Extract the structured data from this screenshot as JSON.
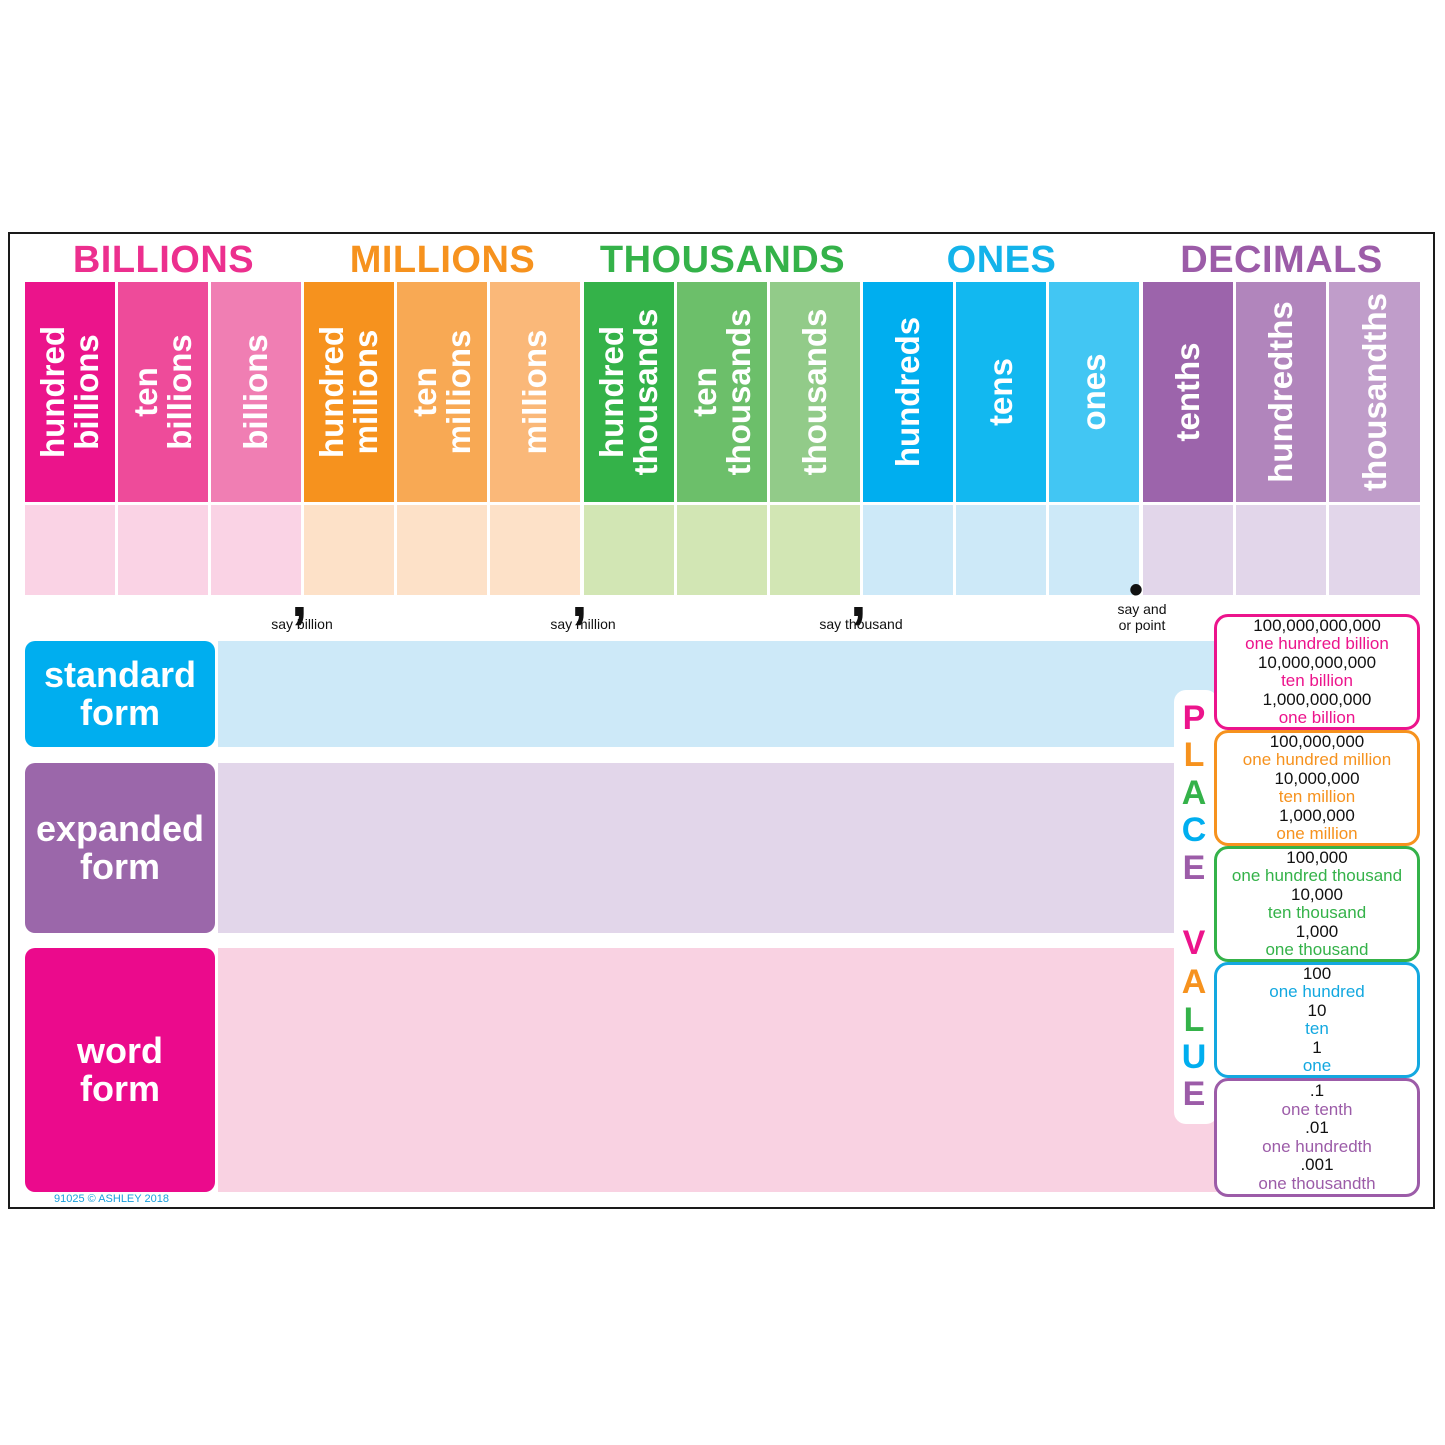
{
  "groups": [
    {
      "title": "BILLIONS",
      "color": "#ec2f8e"
    },
    {
      "title": "MILLIONS",
      "color": "#f6921e"
    },
    {
      "title": "THOUSANDS",
      "color": "#34b249"
    },
    {
      "title": "ONES",
      "color": "#13b3ea"
    },
    {
      "title": "DECIMALS",
      "color": "#9c5ca8"
    }
  ],
  "columns": [
    {
      "label": "hundred\nbillions",
      "color": "#eb148b",
      "cell": "#fad3e5"
    },
    {
      "label": "ten\nbillions",
      "color": "#ee4b9a",
      "cell": "#fad3e5"
    },
    {
      "label": "billions",
      "color": "#f07eb3",
      "cell": "#fad3e5"
    },
    {
      "label": "hundred\nmillions",
      "color": "#f6921e",
      "cell": "#fde1c8"
    },
    {
      "label": "ten\nmillions",
      "color": "#f8a954",
      "cell": "#fde1c8"
    },
    {
      "label": "millions",
      "color": "#fab879",
      "cell": "#fde1c8"
    },
    {
      "label": "hundred\nthousands",
      "color": "#34b249",
      "cell": "#d2e6b4"
    },
    {
      "label": "ten\nthousands",
      "color": "#6cbf6a",
      "cell": "#d2e6b4"
    },
    {
      "label": "thousands",
      "color": "#92cb89",
      "cell": "#d2e6b4"
    },
    {
      "label": "hundreds",
      "color": "#00aeef",
      "cell": "#cde9f8"
    },
    {
      "label": "tens",
      "color": "#12b8f0",
      "cell": "#cde9f8"
    },
    {
      "label": "ones",
      "color": "#42c6f3",
      "cell": "#cde9f8"
    },
    {
      "label": "tenths",
      "color": "#9c64ab",
      "cell": "#e2d6ea"
    },
    {
      "label": "hundredths",
      "color": "#b185bc",
      "cell": "#e2d6ea"
    },
    {
      "label": "thousandths",
      "color": "#c09dca",
      "cell": "#e2d6ea"
    }
  ],
  "separators": [
    {
      "mark": ",",
      "note": "say billion"
    },
    {
      "mark": ",",
      "note": "say million"
    },
    {
      "mark": ",",
      "note": "say thousand"
    },
    {
      "mark": "•",
      "note": "say and\nor point"
    }
  ],
  "forms": [
    {
      "label": "standard\nform",
      "color": "#00aeef",
      "area": "#cde9f8"
    },
    {
      "label": "expanded\nform",
      "color": "#9b67aa",
      "area": "#e2d6ea"
    },
    {
      "label": "word\nform",
      "color": "#eb0a8c",
      "area": "#f9d2e2"
    }
  ],
  "place_value": {
    "letters": [
      {
        "ch": "P",
        "color": "#ec148c"
      },
      {
        "ch": "L",
        "color": "#f6921e"
      },
      {
        "ch": "A",
        "color": "#34b249"
      },
      {
        "ch": "C",
        "color": "#00aeef"
      },
      {
        "ch": "E",
        "color": "#9c5ca8"
      },
      {
        "ch": "V",
        "color": "#ec148c"
      },
      {
        "ch": "A",
        "color": "#f6921e"
      },
      {
        "ch": "L",
        "color": "#34b249"
      },
      {
        "ch": "U",
        "color": "#00aeef"
      },
      {
        "ch": "E",
        "color": "#9c5ca8"
      }
    ],
    "boxes": [
      {
        "color": "#ec148c",
        "rows": [
          {
            "num": "100,000,000,000",
            "word": "one hundred billion"
          },
          {
            "num": "10,000,000,000",
            "word": "ten billion"
          },
          {
            "num": "1,000,000,000",
            "word": "one billion"
          }
        ]
      },
      {
        "color": "#f6921e",
        "rows": [
          {
            "num": "100,000,000",
            "word": "one hundred million"
          },
          {
            "num": "10,000,000",
            "word": "ten million"
          },
          {
            "num": "1,000,000",
            "word": "one million"
          }
        ]
      },
      {
        "color": "#34b249",
        "rows": [
          {
            "num": "100,000",
            "word": "one hundred thousand"
          },
          {
            "num": "10,000",
            "word": "ten thousand"
          },
          {
            "num": "1,000",
            "word": "one thousand"
          }
        ]
      },
      {
        "color": "#13a8e0",
        "rows": [
          {
            "num": "100",
            "word": "one hundred"
          },
          {
            "num": "10",
            "word": "ten"
          },
          {
            "num": "1",
            "word": "one"
          }
        ]
      },
      {
        "color": "#9c5ca8",
        "rows": [
          {
            "num": ".1",
            "word": "one tenth"
          },
          {
            "num": ".01",
            "word": "one hundredth"
          },
          {
            "num": ".001",
            "word": "one thousandth"
          }
        ]
      }
    ]
  },
  "copyright": "91025 © ASHLEY 2018"
}
